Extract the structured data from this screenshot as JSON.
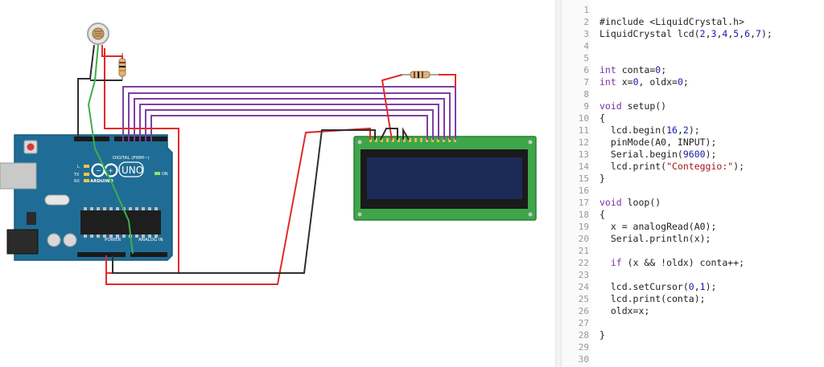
{
  "canvas": {
    "arduino": {
      "brand": "ARDUINO",
      "model": "UNO",
      "header_digital": "DIGITAL (PWM~)",
      "header_power": "POWER",
      "header_analog": "ANALOG IN",
      "label_l": "L",
      "label_tx": "TX",
      "label_rx": "RX",
      "label_on": "ON"
    },
    "colors": {
      "board": "#1f6d96",
      "board_edge": "#175a7c",
      "lcd_pcb": "#3ea64a",
      "lcd_screen": "#1c2a57",
      "wire_red": "#e02b2b",
      "wire_black": "#2f2f2f",
      "wire_purple": "#7e3fa5",
      "wire_green": "#3bb04a"
    }
  },
  "editor": {
    "lines": [
      {
        "n": "1",
        "html": ""
      },
      {
        "n": "2",
        "html": "#include &lt;LiquidCrystal.h&gt;"
      },
      {
        "n": "3",
        "html": "LiquidCrystal lcd(<span class='num'>2</span>,<span class='num'>3</span>,<span class='num'>4</span>,<span class='num'>5</span>,<span class='num'>6</span>,<span class='num'>7</span>);"
      },
      {
        "n": "4",
        "html": ""
      },
      {
        "n": "5",
        "html": ""
      },
      {
        "n": "6",
        "html": "<span class='kw'>int</span> conta=<span class='num'>0</span>;"
      },
      {
        "n": "7",
        "html": "<span class='kw'>int</span> x=<span class='num'>0</span>, oldx=<span class='num'>0</span>;"
      },
      {
        "n": "8",
        "html": ""
      },
      {
        "n": "9",
        "html": "<span class='kw'>void</span> setup()"
      },
      {
        "n": "10",
        "html": "{"
      },
      {
        "n": "11",
        "html": "  lcd.begin(<span class='num'>16</span>,<span class='num'>2</span>);"
      },
      {
        "n": "12",
        "html": "  pinMode(A0, INPUT);"
      },
      {
        "n": "13",
        "html": "  Serial.begin(<span class='num'>9600</span>);"
      },
      {
        "n": "14",
        "html": "  lcd.print(<span class='str'>\"Conteggio:\"</span>);"
      },
      {
        "n": "15",
        "html": "}"
      },
      {
        "n": "16",
        "html": ""
      },
      {
        "n": "17",
        "html": "<span class='kw'>void</span> loop()"
      },
      {
        "n": "18",
        "html": "{"
      },
      {
        "n": "19",
        "html": "  x = analogRead(A0);"
      },
      {
        "n": "20",
        "html": "  Serial.println(x);"
      },
      {
        "n": "21",
        "html": ""
      },
      {
        "n": "22",
        "html": "  <span class='kw'>if</span> (x &amp;&amp; !oldx) conta++;"
      },
      {
        "n": "23",
        "html": ""
      },
      {
        "n": "24",
        "html": "  lcd.setCursor(<span class='num'>0</span>,<span class='num'>1</span>);"
      },
      {
        "n": "25",
        "html": "  lcd.print(conta);"
      },
      {
        "n": "26",
        "html": "  oldx=x;"
      },
      {
        "n": "27",
        "html": ""
      },
      {
        "n": "28",
        "html": "}"
      },
      {
        "n": "29",
        "html": ""
      },
      {
        "n": "30",
        "html": ""
      }
    ]
  }
}
